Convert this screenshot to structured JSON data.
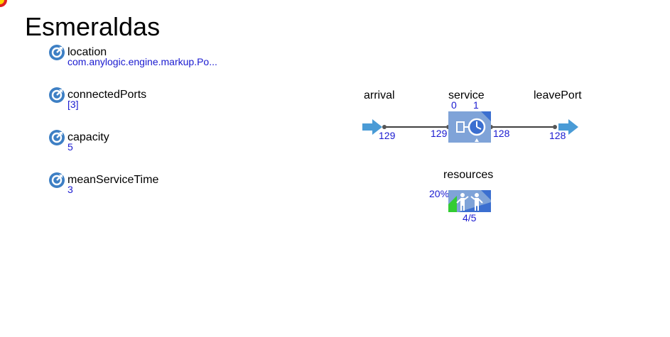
{
  "page": {
    "title": "Esmeraldas"
  },
  "parameters": [
    {
      "name": "location",
      "value": "com.anylogic.engine.markup.Po...",
      "icon": "parameter-icon"
    },
    {
      "name": "connectedPorts",
      "value": "[3]",
      "icon": "parameter-icon"
    },
    {
      "name": "capacity",
      "value": "5",
      "icon": "parameter-icon"
    },
    {
      "name": "meanServiceTime",
      "value": "3",
      "icon": "parameter-icon"
    }
  ],
  "flowchart": {
    "arrival": {
      "label": "arrival",
      "count": "129",
      "icon": "enter-arrow-icon"
    },
    "service": {
      "label": "service",
      "queue_count": "0",
      "in_service_count": "1",
      "in_count": "129",
      "out_count": "128",
      "icon": "service-clock-icon"
    },
    "leavePort": {
      "label": "leavePort",
      "in_count": "128",
      "count": "128",
      "icon": "exit-arrow-icon"
    },
    "resources": {
      "label": "resources",
      "utilization": "20%",
      "busy_total": "4/5",
      "utilization_fraction": 0.2,
      "icon": "resource-pool-icon"
    }
  },
  "colors": {
    "accent": "#5b9bd5",
    "block_fill": "#7fa3d8",
    "block_dark": "#3b6fd0",
    "value_text": "#1a1ad0",
    "utilization_green": "#33cc33",
    "connector": "#000000",
    "port_dot": "#555555"
  }
}
